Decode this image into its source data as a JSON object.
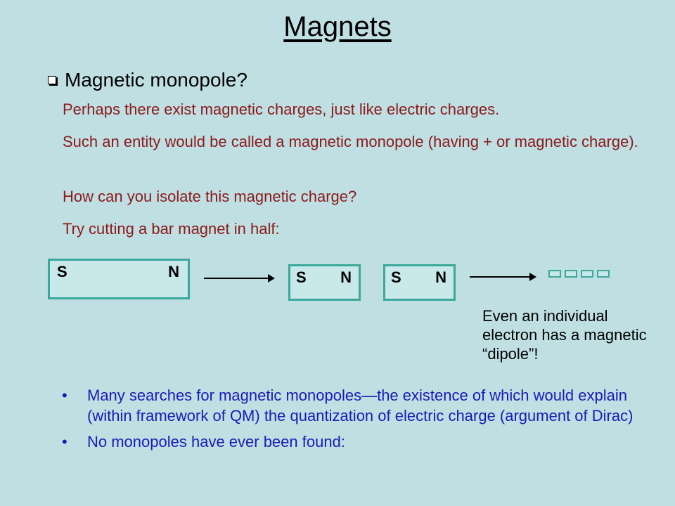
{
  "title": "Magnets",
  "heading": "Magnetic monopole?",
  "paragraphs": [
    "Perhaps there exist magnetic charges, just like electric charges.",
    "Such an entity would be called a magnetic monopole (having + or magnetic charge).",
    "How can you isolate this magnetic charge?",
    "Try cutting a bar magnet in half:"
  ],
  "diagram": {
    "magnet_full": {
      "south": "S",
      "north": "N"
    },
    "magnet_half_1": {
      "south": "S",
      "north": "N"
    },
    "magnet_half_2": {
      "south": "S",
      "north": "N"
    }
  },
  "note": "Even an individual electron has a magnetic “dipole”!",
  "bullets": [
    "Many searches for magnetic monopoles—the existence of which would explain (within framework of QM) the quantization of electric charge (argument of Dirac)",
    "No monopoles have ever been found:"
  ],
  "bullet_symbol": "•",
  "colors": {
    "background": "#bfdfe3",
    "paragraph_text": "#8b1a1a",
    "bullet_text": "#1a1ab8",
    "magnet_border": "#3aa89a"
  }
}
